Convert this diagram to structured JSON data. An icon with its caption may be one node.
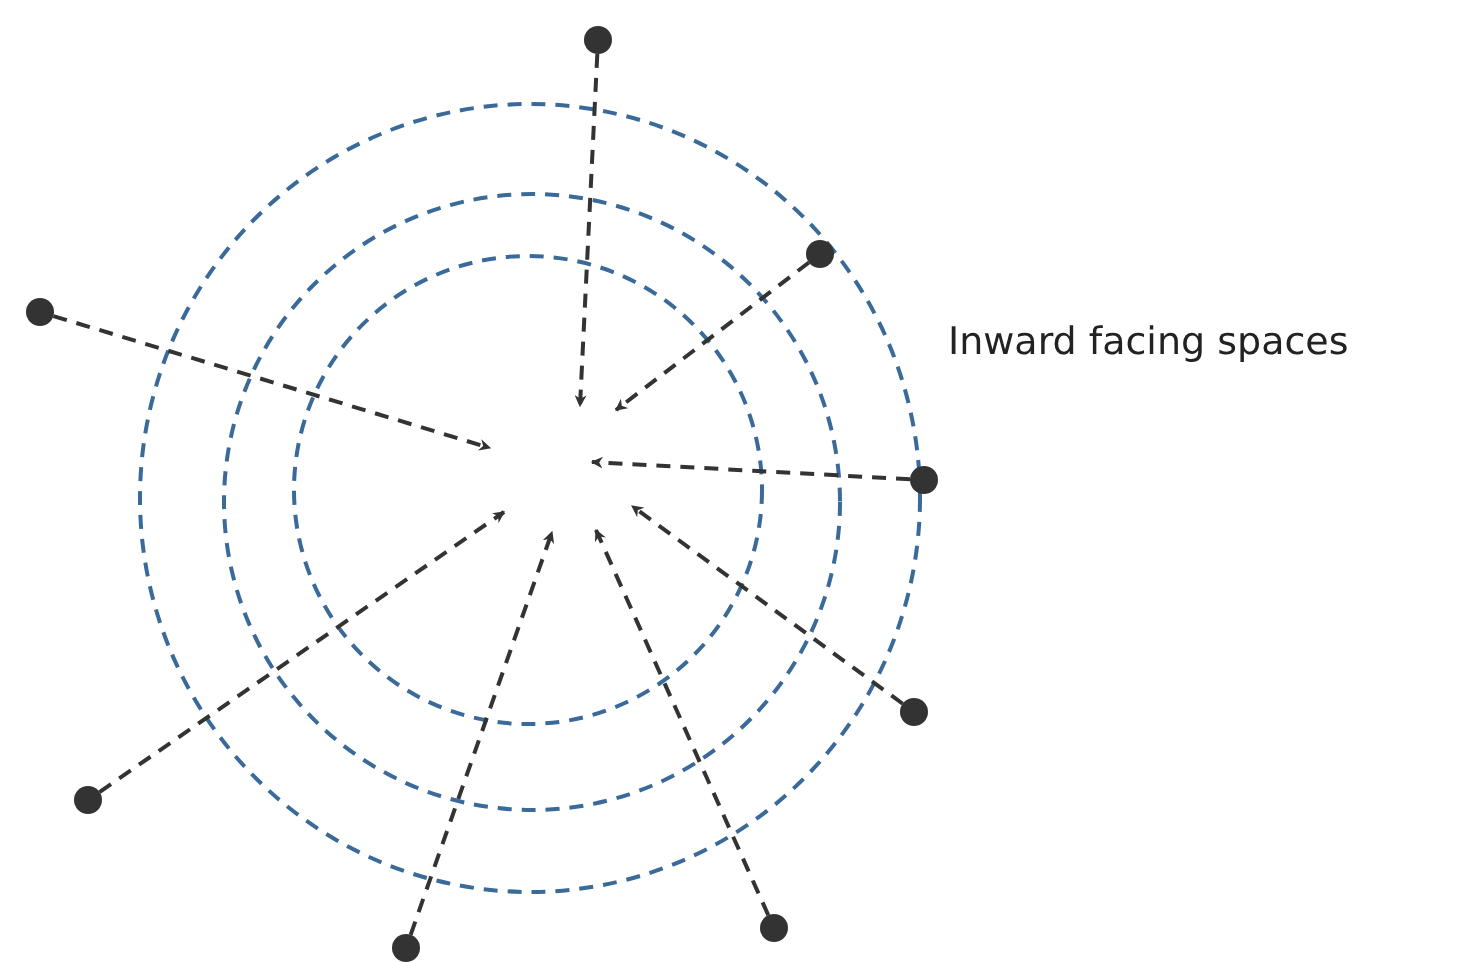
{
  "diagram": {
    "nodes": [
      {
        "text": [],
        "shape": "circle"
      },
      {
        "text": [],
        "shape": "circle"
      },
      {
        "text": [],
        "shape": "circle"
      },
      {
        "text": [],
        "shape": "circle"
      },
      {
        "text": [],
        "shape": "circle"
      },
      {
        "text": [],
        "shape": "circle"
      },
      {
        "text": [],
        "shape": "circle"
      },
      {
        "text": [],
        "shape": "circle"
      }
    ],
    "edges": [
      {
        "from": 0,
        "to": null,
        "arrow": "to",
        "style": "dashed"
      },
      {
        "from": 1,
        "to": null,
        "arrow": "to",
        "style": "dashed"
      },
      {
        "from": 2,
        "to": null,
        "arrow": "to",
        "style": "dashed"
      },
      {
        "from": 3,
        "to": null,
        "arrow": "to",
        "style": "dashed"
      },
      {
        "from": 4,
        "to": null,
        "arrow": "to",
        "style": "dashed"
      },
      {
        "from": 5,
        "to": null,
        "arrow": "to",
        "style": "dashed"
      },
      {
        "from": 6,
        "to": null,
        "arrow": "to",
        "style": "dashed"
      },
      {
        "from": 7,
        "to": null,
        "arrow": "to",
        "style": "dashed"
      }
    ],
    "labels": [
      "Inward facing spaces"
    ]
  }
}
